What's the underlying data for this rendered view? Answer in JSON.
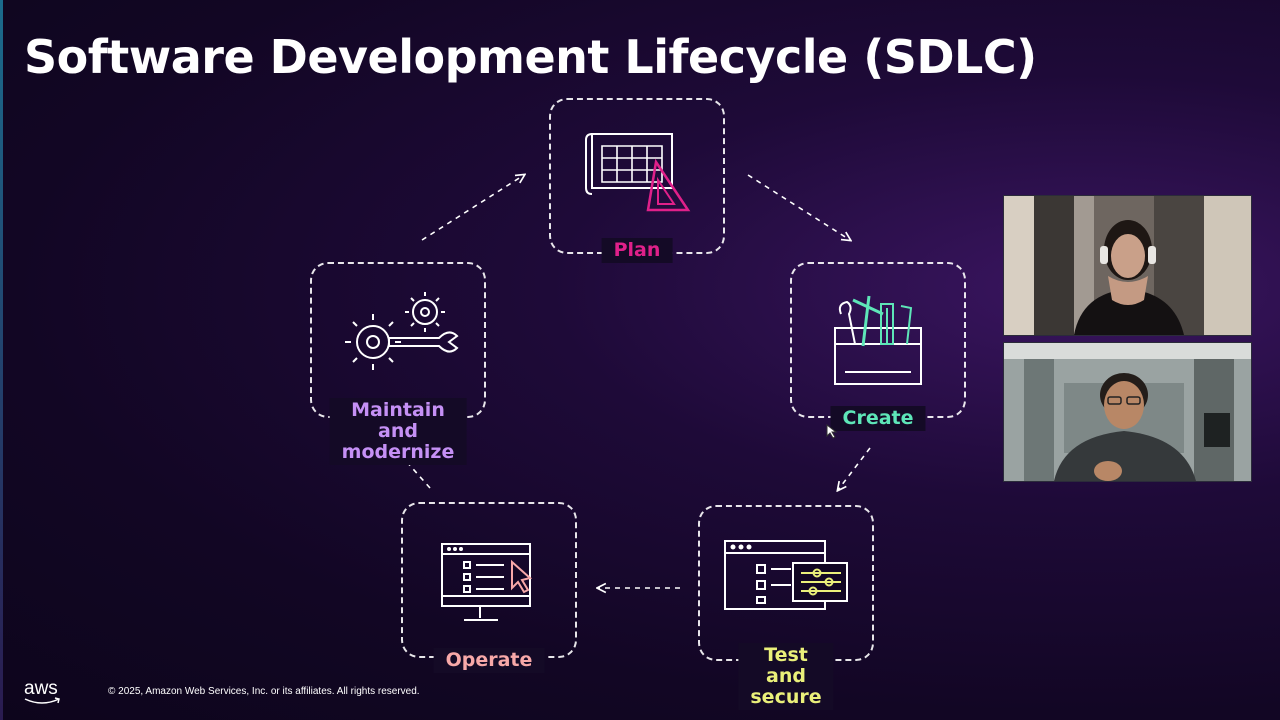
{
  "slide": {
    "title": "Software Development Lifecycle (SDLC)",
    "footer": {
      "logo": "aws",
      "copyright": "© 2025, Amazon Web Services, Inc. or its affiliates. All rights reserved."
    }
  },
  "cycle": [
    {
      "id": "plan",
      "label": "Plan",
      "color": "#e0208a",
      "icon": "blueprint-icon"
    },
    {
      "id": "create",
      "label": "Create",
      "color": "#5ee6b8",
      "icon": "toolbox-icon"
    },
    {
      "id": "test",
      "label": "Test and\nsecure",
      "color": "#eaf07a",
      "icon": "settings-window-icon"
    },
    {
      "id": "operate",
      "label": "Operate",
      "color": "#f7a8a8",
      "icon": "monitor-cursor-icon"
    },
    {
      "id": "maintain",
      "label": "Maintain and\nmodernize",
      "color": "#c590f5",
      "icon": "gears-wrench-icon"
    }
  ],
  "participants": [
    {
      "name": "participant-1"
    },
    {
      "name": "participant-2"
    }
  ]
}
